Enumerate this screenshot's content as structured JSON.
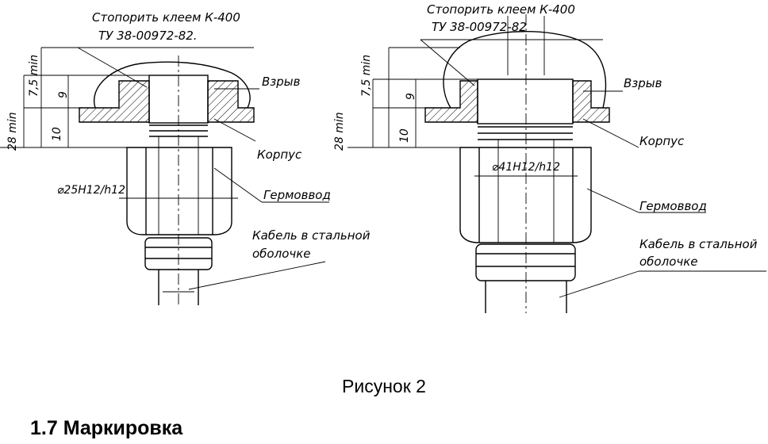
{
  "figure": {
    "left": {
      "note_line1": "Стопорить клеем К-400",
      "note_line2": "ТУ 38-00972-82.",
      "label_explosion": "Взрыв",
      "label_body": "Корпус",
      "label_gland": "Гермоввод",
      "label_cable_line1": "Кабель в стальной",
      "label_cable_line2": "оболочке",
      "dim_total": "28 min",
      "dim_top": "7,5 min",
      "dim_9": "9",
      "dim_10": "10",
      "dim_diameter": "⌀25H12/h12"
    },
    "right": {
      "note_line1": "Стопорить клеем К-400",
      "note_line2": "ТУ 38-00972-82",
      "label_explosion": "Взрыв",
      "label_body": "Корпус",
      "label_gland": "Гермоввод",
      "label_cable_line1": "Кабель в стальной",
      "label_cable_line2": "оболочке",
      "dim_total": "28 min",
      "dim_top": "7,5 min",
      "dim_9": "9",
      "dim_10": "10",
      "dim_diameter": "⌀41H12/h12"
    }
  },
  "caption": "Рисунок 2",
  "section_heading": "1.7 Маркировка"
}
